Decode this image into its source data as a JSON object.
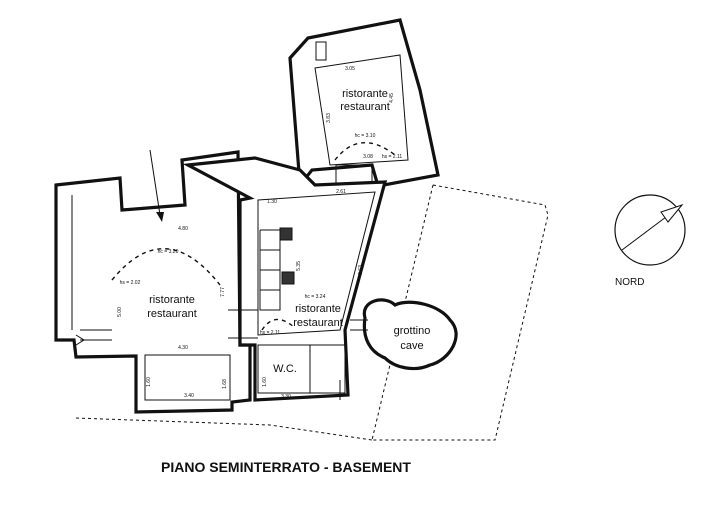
{
  "rooms": {
    "top_room": {
      "label_line1": "ristorante",
      "label_line2": "restaurant"
    },
    "left_room": {
      "label_line1": "ristorante",
      "label_line2": "restaurant"
    },
    "center_room": {
      "label_line1": "ristorante",
      "label_line2": "restaurant"
    },
    "wc": {
      "label": "W.C."
    },
    "cave": {
      "label_line1": "grottino",
      "label_line2": "cave"
    }
  },
  "dimensions": {
    "top_width": "3.05",
    "top_height_left": "3.83",
    "top_height_right": "4.45",
    "top_hc": "hc = 3.10",
    "top_bottom_width": "3.08",
    "top_hs": "hs = 2.11",
    "top_passage": "2.61",
    "center_top": "1.30",
    "center_left_height": "5.35",
    "center_right_height": "8.63",
    "center_hc": "hc = 3.24",
    "center_hs": "hs = 2.11",
    "left_width": "4.80",
    "left_hc": "hc = 3.20",
    "left_hs": "hs = 2.02",
    "left_height_left": "5.00",
    "left_height_right": "7.77",
    "left_bottom_width": "4.30",
    "lower_left_h": "1.60",
    "lower_width": "3.40",
    "lower_right_h": "1.68",
    "wc_height": "1.60",
    "wc_width": "3.30"
  },
  "caption": "PIANO SEMINTERRATO - BASEMENT",
  "north": {
    "label": "NORD"
  }
}
